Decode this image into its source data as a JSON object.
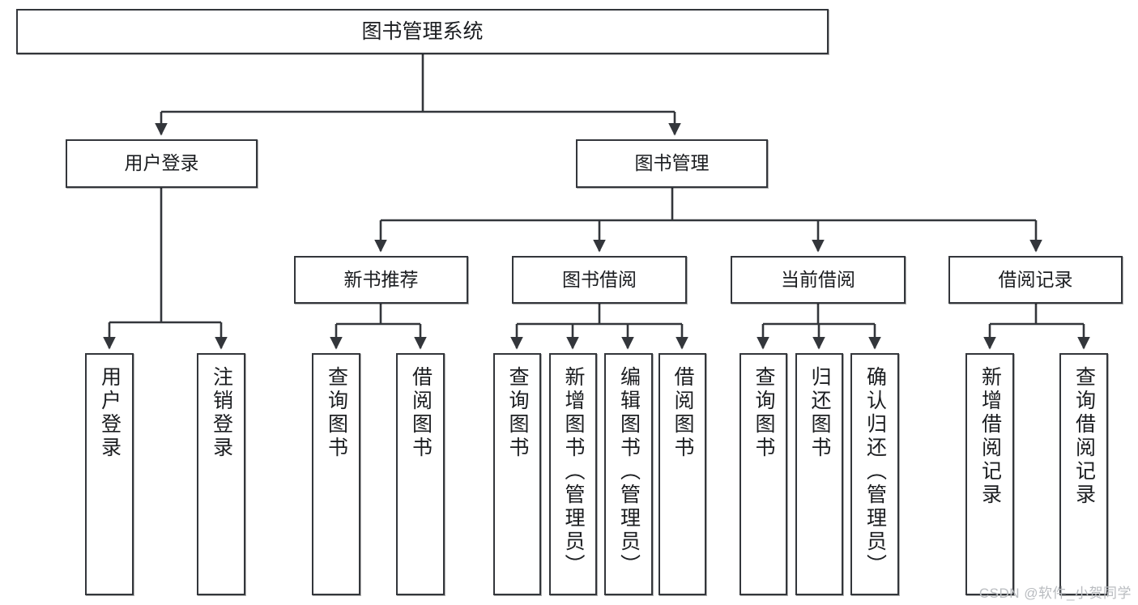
{
  "diagram": {
    "type": "tree",
    "title": "图书管理系统",
    "orientation": "top-down",
    "levels": 4,
    "line_color": "#33363b",
    "box_fill": "#ffffff",
    "text_color": "#1b1d20"
  },
  "root": {
    "label": "图书管理系统"
  },
  "level2": [
    {
      "label": "用户登录"
    },
    {
      "label": "图书管理"
    }
  ],
  "level3": [
    {
      "label": "新书推荐"
    },
    {
      "label": "图书借阅"
    },
    {
      "label": "当前借阅"
    },
    {
      "label": "借阅记录"
    }
  ],
  "leaves": {
    "user_login": [
      {
        "label": "用户登录"
      },
      {
        "label": "注销登录"
      }
    ],
    "new_book": [
      {
        "label": "查询图书"
      },
      {
        "label": "借阅图书"
      }
    ],
    "book_borrow": [
      {
        "label": "查询图书"
      },
      {
        "label": "新增图书（管理员）"
      },
      {
        "label": "编辑图书（管理员）"
      },
      {
        "label": "借阅图书"
      }
    ],
    "current_borrow": [
      {
        "label": "查询图书"
      },
      {
        "label": "归还图书"
      },
      {
        "label": "确认归还（管理员）"
      }
    ],
    "borrow_record": [
      {
        "label": "新增借阅记录"
      },
      {
        "label": "查询借阅记录"
      }
    ]
  },
  "watermark": {
    "text": "CSDN @软件_小贺同学",
    "color": "#b9bcc0"
  }
}
